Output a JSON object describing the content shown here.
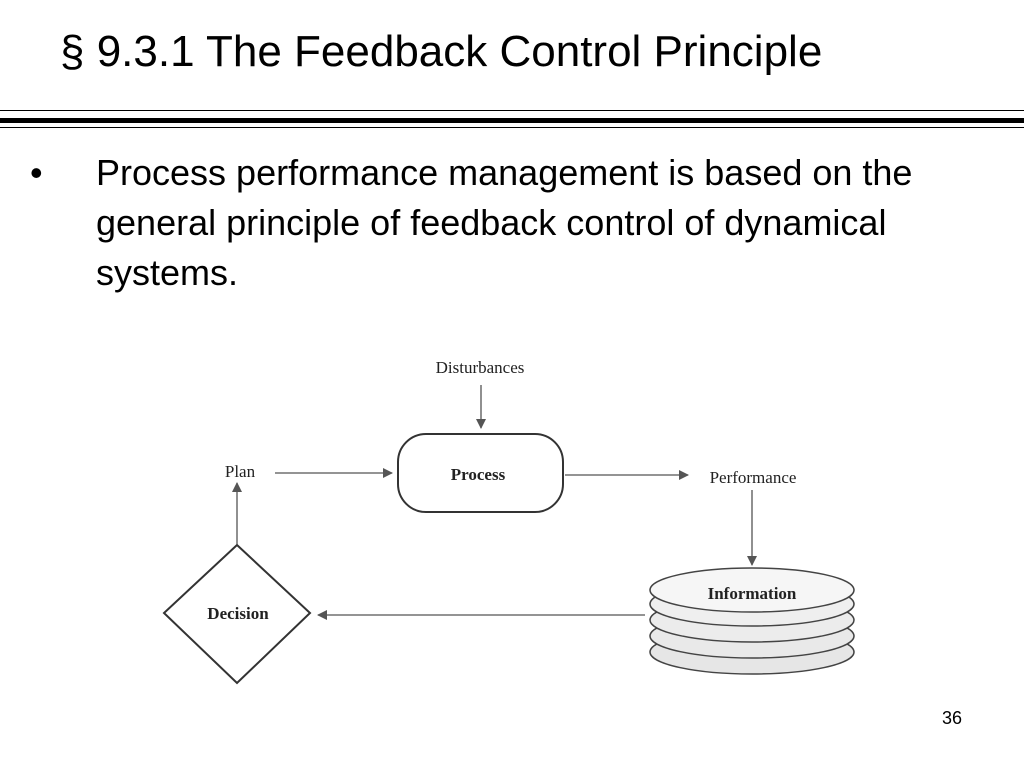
{
  "slide": {
    "title": "§ 9.3.1 The Feedback Control Principle",
    "bullet_symbol": "•",
    "bullet_text": "Process performance management is based on the general principle of feedback control of dynamical systems.",
    "page_number": "36"
  },
  "diagram": {
    "nodes": {
      "disturbances": "Disturbances",
      "process": "Process",
      "performance": "Performance",
      "information": "Information",
      "decision": "Decision",
      "plan": "Plan"
    }
  }
}
